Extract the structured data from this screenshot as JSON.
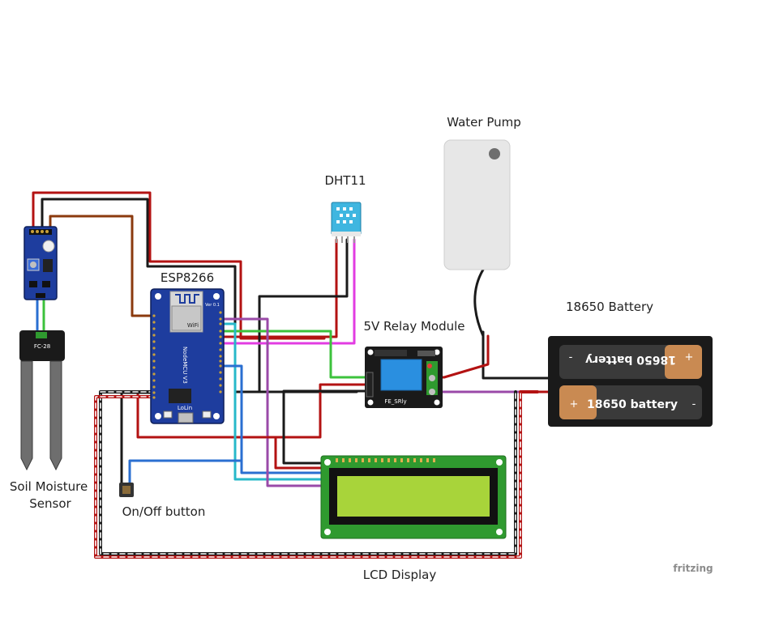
{
  "labels": {
    "water_pump": "Water Pump",
    "dht11": "DHT11",
    "esp8266": "ESP8266",
    "relay": "5V Relay Module",
    "battery": "18650 Battery",
    "soil_line1": "Soil Moisture",
    "soil_line2": "Sensor",
    "button": "On/Off button",
    "lcd": "LCD Display"
  },
  "board_text": {
    "wifi": "WiFi",
    "nodemcu": "NodeMCU V3",
    "lolin": "LoLin",
    "ver": "Ver 0.1"
  },
  "soil_sensor_text": {
    "probe": "FC-28"
  },
  "relay_text": {
    "part": "FE_SRly"
  },
  "battery_text": {
    "cell": "18650 battery",
    "plus": "+",
    "minus": "-"
  },
  "watermark": "fritzing",
  "colors": {
    "wire_red": "#b31212",
    "wire_black": "#1a1a1a",
    "wire_brown": "#8b3a0e",
    "wire_green": "#3cc23c",
    "wire_blue": "#2a6fd1",
    "wire_magenta": "#e23ce2",
    "wire_purple": "#9a4aa8",
    "wire_cyan": "#27b8c9",
    "board_blue": "#1e3d9e",
    "lcd_pcb": "#2f9a2f",
    "lcd_screen": "#a8d43a",
    "dht_blue": "#3fb6e0",
    "relay_blue": "#2a8fe0"
  }
}
